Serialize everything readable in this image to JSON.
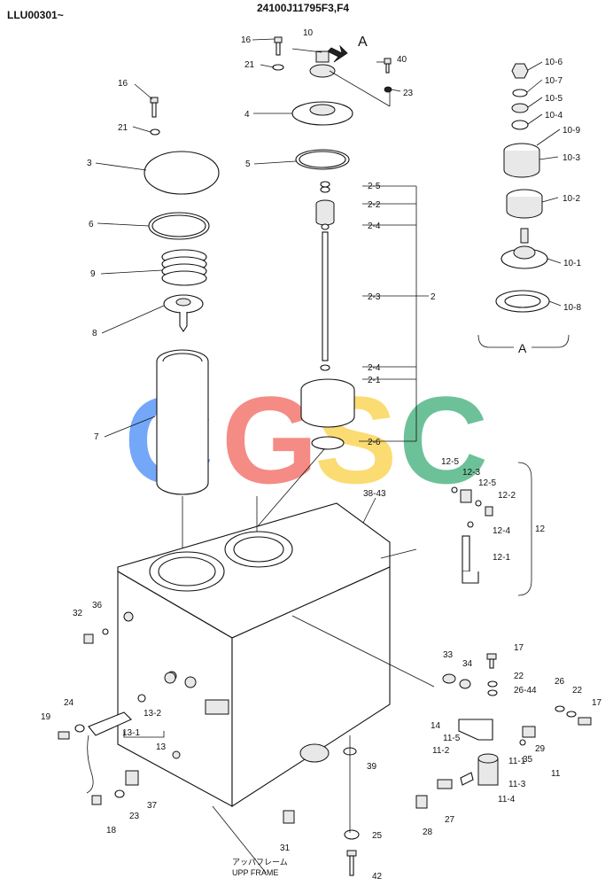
{
  "header": {
    "left_code": "LLU00301~",
    "drawing_number": "24100J11795F3,F4"
  },
  "watermark": {
    "letters": [
      "C",
      "G",
      "S",
      "C"
    ],
    "colors": [
      "#4f8ff7",
      "#f26c63",
      "#fbd34d",
      "#45b07c"
    ]
  },
  "detail_view": {
    "label": "A",
    "arrow_label": "A"
  },
  "frame_note": {
    "line1": "アッパフレーム",
    "line2": "UPP FRAME"
  },
  "callouts": {
    "c16a": "16",
    "c10": "10",
    "c40": "40",
    "c21a": "21",
    "c23a": "23",
    "c4": "4",
    "c5": "5",
    "c16b": "16",
    "c21b": "21",
    "c3": "3",
    "c6": "6",
    "c9": "9",
    "c8": "8",
    "c7": "7",
    "c2_5": "2-5",
    "c2_2": "2-2",
    "c2_4a": "2-4",
    "c2_3": "2-3",
    "c2": "2",
    "c2_4b": "2-4",
    "c2_1": "2-1",
    "c2_6": "2-6",
    "c10_6": "10-6",
    "c10_7": "10-7",
    "c10_5": "10-5",
    "c10_4": "10-4",
    "c10_9": "10-9",
    "c10_3": "10-3",
    "c10_2": "10-2",
    "c10_1": "10-1",
    "c10_8": "10-8",
    "c38_43": "38-43",
    "c12_5a": "12-5",
    "c12_3": "12-3",
    "c12_5b": "12-5",
    "c12_2": "12-2",
    "c12_4": "12-4",
    "c12": "12",
    "c12_1": "12-1",
    "c32": "32",
    "c36": "36",
    "c33": "33",
    "c34": "34",
    "c17a": "17",
    "c22a": "22",
    "c26_44": "26-44",
    "c26": "26",
    "c22b": "22",
    "c17b": "17",
    "c14": "14",
    "c29": "29",
    "c35": "35",
    "c11_5": "11-5",
    "c11_2": "11-2",
    "c11_1": "11-1",
    "c11_3": "11-3",
    "c11_4": "11-4",
    "c11": "11",
    "c19": "19",
    "c24": "24",
    "c13_2": "13-2",
    "c13_1": "13-1",
    "c13": "13",
    "c18": "18",
    "c23b": "23",
    "c37": "37",
    "c39": "39",
    "c31": "31",
    "c25": "25",
    "c27": "27",
    "c28": "28",
    "c42": "42"
  }
}
